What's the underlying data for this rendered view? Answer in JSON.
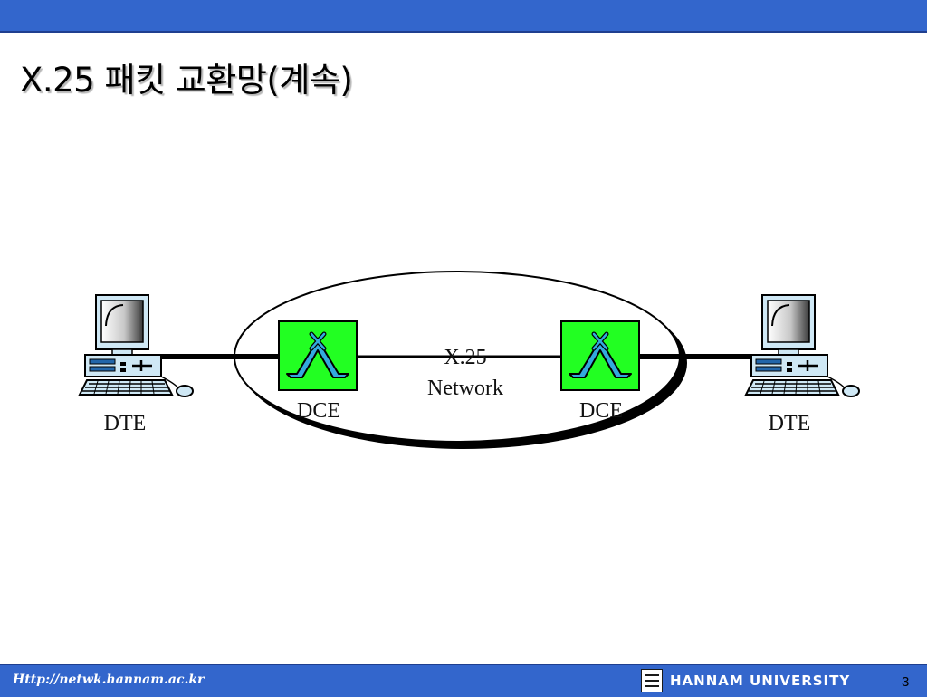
{
  "slide": {
    "title": "X.25 패킷 교환망(계속)"
  },
  "diagram": {
    "network_label_line1": "X.25",
    "network_label_line2": "Network",
    "left_dce_label": "DCE",
    "right_dce_label": "DCE",
    "left_dte_label": "DTE",
    "right_dte_label": "DTE",
    "icons": {
      "dte": "desktop-computer-icon",
      "dce": "packet-switch-icon"
    },
    "colors": {
      "dce_fill": "#22ff22",
      "switch_symbol": "#33aadd"
    }
  },
  "footer": {
    "url": "Http://netwk.hannam.ac.kr",
    "university": "HANNAM  UNIVERSITY",
    "page_number": "3"
  },
  "theme": {
    "bar_color": "#3366cc"
  }
}
